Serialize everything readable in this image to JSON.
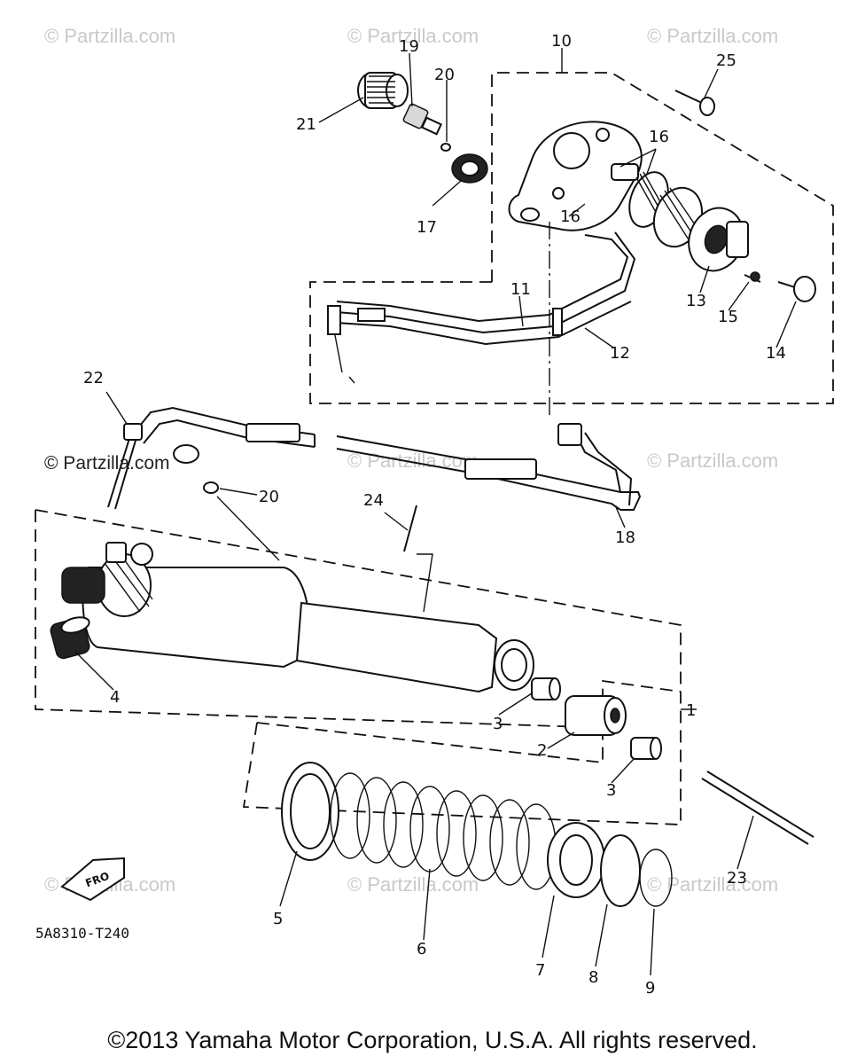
{
  "watermarks": [
    "© Partzilla.com",
    "© Partzilla.com",
    "© Partzilla.com",
    "© Partzilla.com",
    "© Partzilla.com",
    "© Partzilla.com",
    "© Partzilla.com",
    "© Partzilla.com"
  ],
  "watermark_dark": "© Partzilla.com",
  "callouts": [
    "1",
    "2",
    "3",
    "3",
    "4",
    "5",
    "6",
    "7",
    "8",
    "9",
    "10",
    "11",
    "12",
    "13",
    "14",
    "15",
    "16",
    "16",
    "17",
    "18",
    "19",
    "20",
    "20",
    "21",
    "22",
    "23",
    "24",
    "25"
  ],
  "diagram_code": "5A8310-T240",
  "arrow_label": "FRO",
  "copyright": "©2013 Yamaha Motor Corporation, U.S.A. All rights reserved."
}
